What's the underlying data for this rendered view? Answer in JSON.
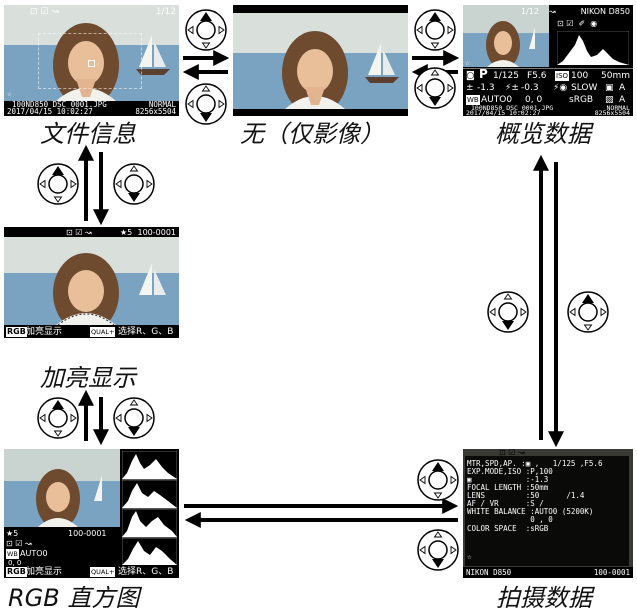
{
  "captions": {
    "file_info": "文件信息",
    "none": "无（仅影像）",
    "overview": "概览数据",
    "highlights": "加亮显示",
    "rgb_histogram": "RGB 直方图",
    "shooting_data": "拍摄数据"
  },
  "file_info": {
    "frame": "1/12",
    "folder_file": "100ND850 DSC_0001.JPG",
    "quality": "NORMAL",
    "datetime": "2017/04/15 10:02:27",
    "size": "8256x5504"
  },
  "overview": {
    "frame": "1/12",
    "camera": "NIKON D850",
    "mode": "P",
    "shutter": "1/125",
    "aperture": "F5.6",
    "iso": "100",
    "focal": "50mm",
    "exp_comp": "-1.3",
    "flash_comp": "-0.3",
    "slow": "SLOW",
    "adl": "A",
    "wb": "AUTO0",
    "wb_fine": "0, 0",
    "color_space": "sRGB",
    "picture": "A",
    "folder_file": "100ND850 DSC_0001.JPG",
    "quality": "NORMAL",
    "datetime": "2017/04/15 10:02:27",
    "size": "8256x5504"
  },
  "highlights": {
    "rating": "★5",
    "folder_frame": "100-0001",
    "rgb_tag": "RGB",
    "label": "加亮显示",
    "select_tag": "QUAL+",
    "select_text": "选择R、G、B"
  },
  "rgb_hist": {
    "rating": "★5",
    "folder_frame": "100-0001",
    "wb": "AUTO0",
    "wb_fine": "0, 0",
    "rgb_tag": "RGB",
    "label": "加亮显示",
    "select_tag": "QUAL+",
    "select_text": "选择R、G、B"
  },
  "shooting": {
    "lines": [
      "MTR,SPD,AP. :▣ ,   1/125 ,F5.6",
      "EXP.MODE,ISO :P,100",
      "▣            :-1.3",
      "FOCAL LENGTH :50mm",
      "LENS         :50      /1.4",
      "AF / VR      :S /",
      "WHITE BALANCE :AUTO0 (5200K)",
      "              0 , 0",
      "COLOR SPACE  :sRGB"
    ],
    "camera": "NIKON D850",
    "folder_frame": "100-0001"
  }
}
